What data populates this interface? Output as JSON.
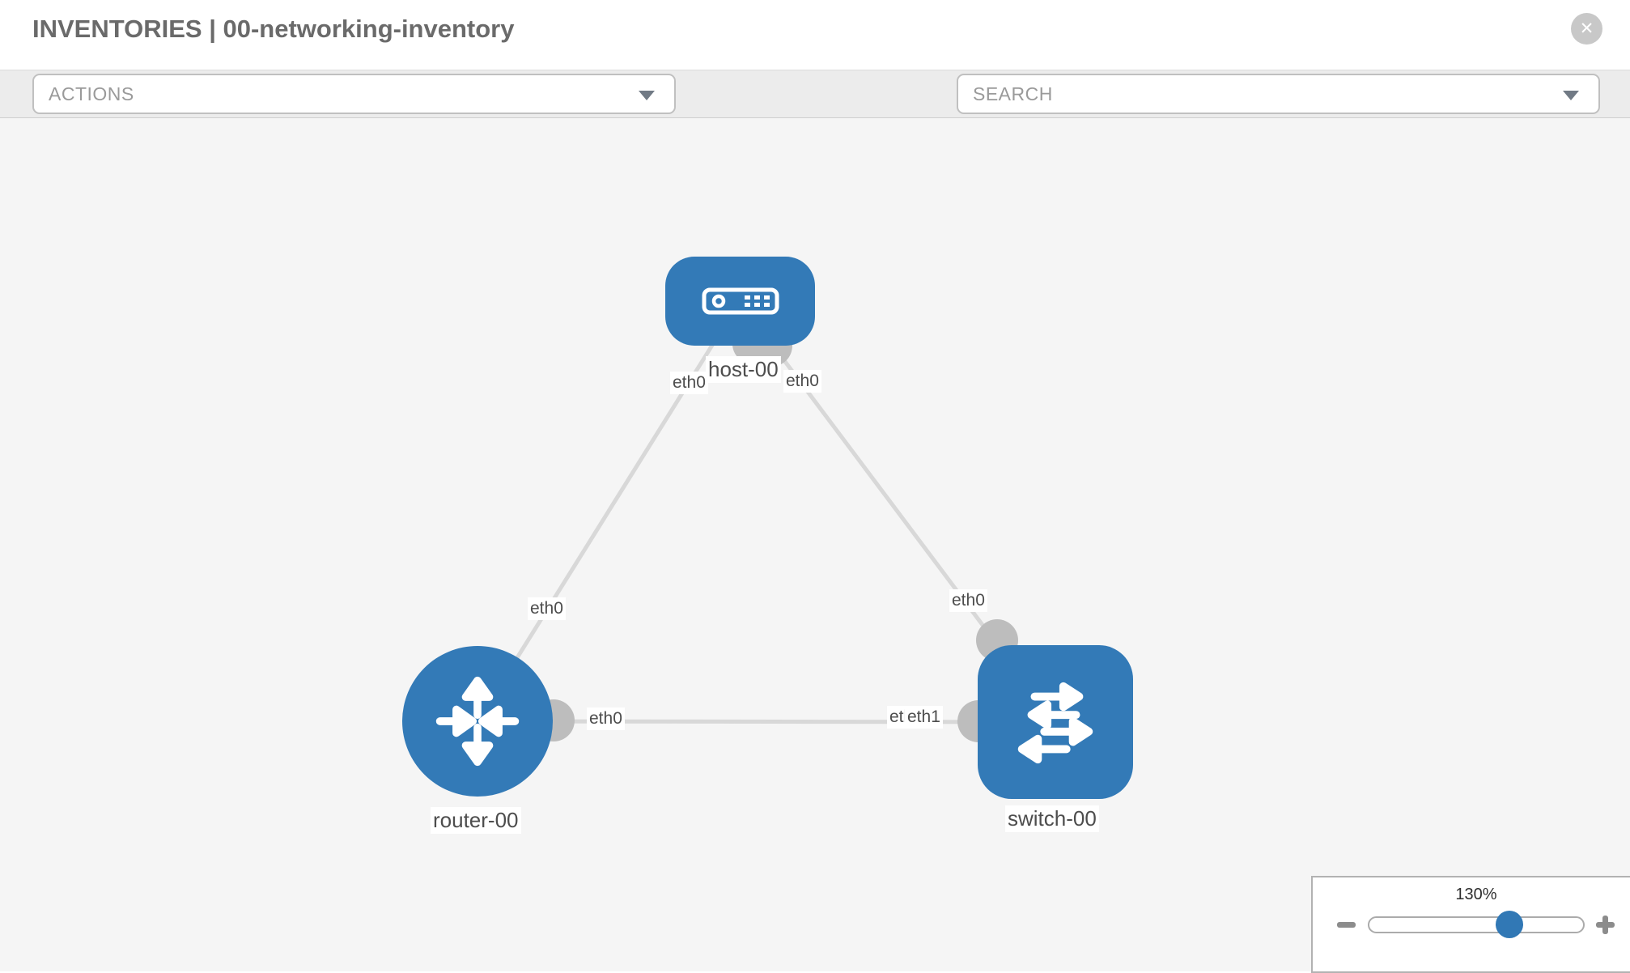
{
  "header": {
    "title": "INVENTORIES | 00-networking-inventory",
    "close_icon_glyph": "✕"
  },
  "toolbar": {
    "actions": {
      "placeholder": "ACTIONS"
    },
    "search": {
      "placeholder": "SEARCH"
    },
    "icons": [
      "wrench-icon",
      "key-icon",
      "caret-down-icon"
    ]
  },
  "topology": {
    "nodes": [
      {
        "id": "host-00",
        "type": "host",
        "label": "host-00"
      },
      {
        "id": "router-00",
        "type": "router",
        "label": "router-00"
      },
      {
        "id": "switch-00",
        "type": "switch",
        "label": "switch-00"
      }
    ],
    "links": [
      {
        "source": "host-00",
        "target": "router-00",
        "source_interface": "eth0",
        "target_interface": "eth0"
      },
      {
        "source": "host-00",
        "target": "switch-00",
        "source_interface": "eth0",
        "target_interface": "eth0"
      },
      {
        "source": "router-00",
        "target": "switch-00",
        "source_interface": "eth0",
        "target_interface": "eth1"
      }
    ],
    "interface_labels": {
      "hr_host": "eth0",
      "hs_host": "eth0",
      "hr_router": "eth0",
      "hs_switch": "eth0",
      "rs_router": "eth0",
      "rs_switch_hidden": "eth0",
      "rs_switch": "eth1"
    }
  },
  "zoom_control": {
    "value": "130%",
    "minus_icon": "minus",
    "plus_icon": "plus"
  },
  "colors": {
    "node_blue": "#337ab7",
    "link_gray": "#d8d8d8",
    "connector_gray": "#bdbdbd",
    "toolbar_bg": "#ececec",
    "canvas_bg": "#f5f5f5",
    "slider_thumb": "#3178b5"
  }
}
